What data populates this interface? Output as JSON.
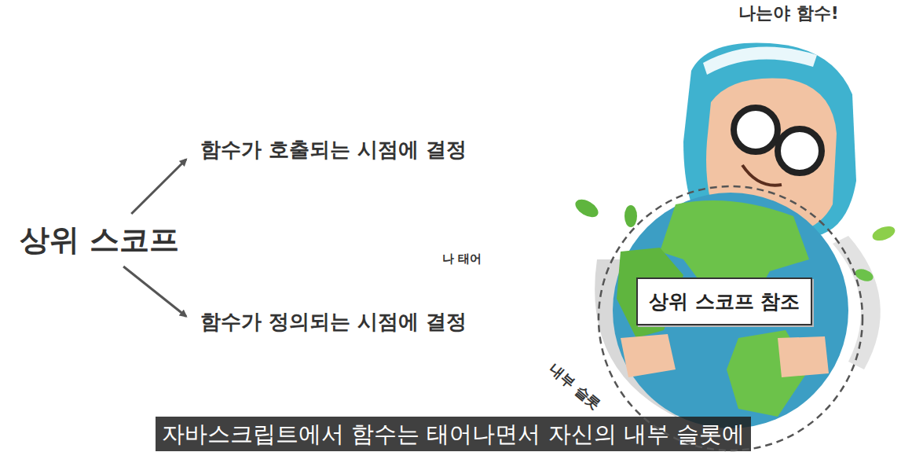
{
  "diagram": {
    "caption": "자바스크립트에서 함수는 태어나면서 자신의 내부 슬롯에",
    "nodes": [
      {
        "text": [
          "상위 스코프"
        ]
      },
      {
        "text": [
          "함수가 호출되는 시점에 결정"
        ]
      },
      {
        "text": [
          "함수가 정의되는 시점에 결정"
        ]
      },
      {
        "text": [
          "내부 슬롯"
        ]
      },
      {
        "text": [
          "상위 스코프 참조"
        ],
        "in": 3
      }
    ],
    "edges": [
      {
        "from": 0,
        "to": 1,
        "arrow": "to"
      },
      {
        "from": 0,
        "to": 2,
        "arrow": "to"
      }
    ],
    "labels": [
      "나는야 함수!",
      "나 태어"
    ]
  }
}
